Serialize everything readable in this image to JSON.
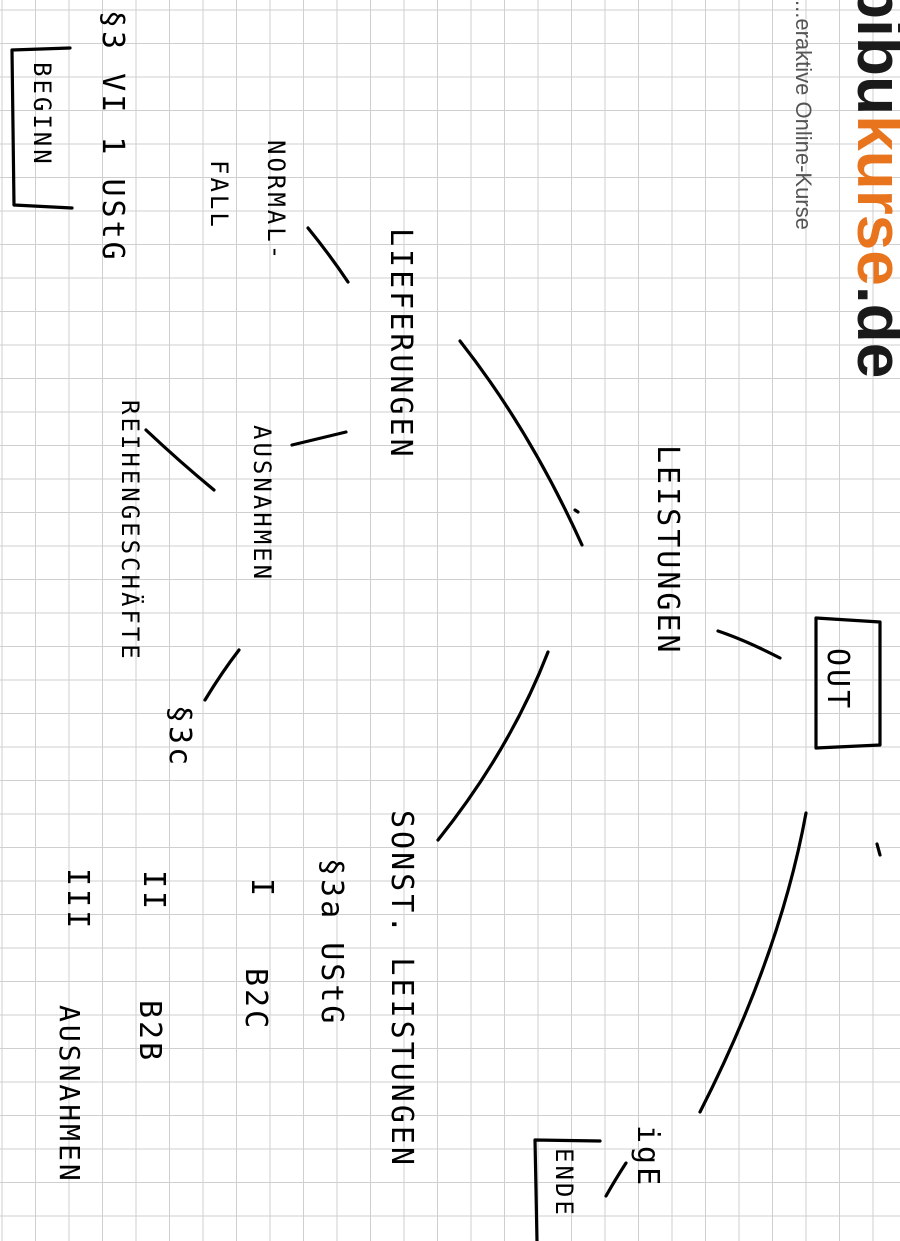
{
  "logo": {
    "part1": "bibu",
    "part2": "kurse",
    "part3": ".de",
    "tagline": "...eraktive Online-Kurse",
    "colors": {
      "dark": "#1a1a1a",
      "accent": "#e8741e"
    }
  },
  "notes": {
    "top_box": "OUT",
    "root": "LEISTUNGEN",
    "lieferungen": "LIEFERUNGEN",
    "normalfall_1": "NORMAL-",
    "normalfall_2": "FALL",
    "ref_begin_para": "§3 VI 1 UStG",
    "begin_box": "BEGINN",
    "ausnahmen": "AUSNAHMEN",
    "reihengeschaefte": "REIHENGESCHÄFTE",
    "ref_3c": "§3c",
    "sonst_leistungen": "SONST. LEISTUNGEN",
    "ref_3a": "§3a UStG",
    "roman_1": "I",
    "b2c": "B2C",
    "roman_2": "II",
    "b2b": "B2B",
    "roman_3": "III",
    "ausnahmen_2": "AUSNAHMEN",
    "ige": "igE",
    "end_box": "ENDE"
  }
}
